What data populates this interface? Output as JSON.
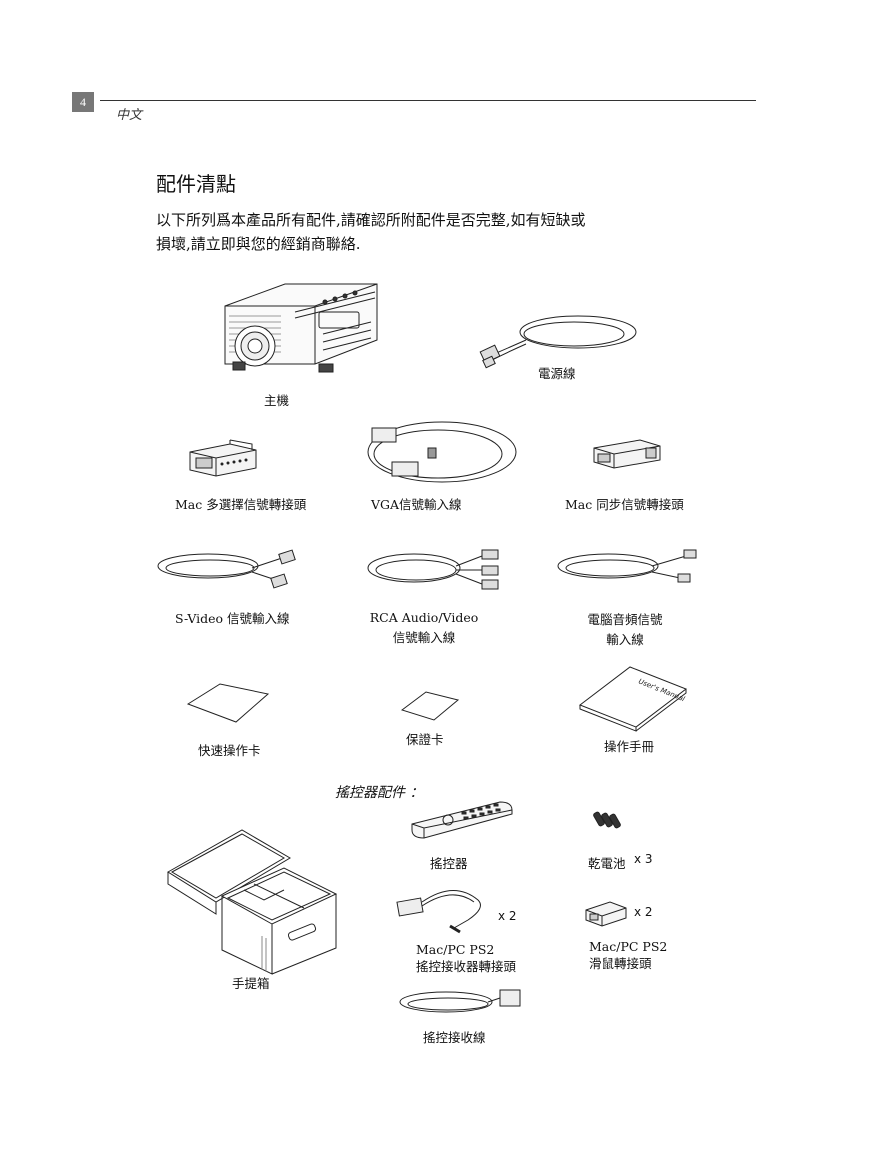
{
  "header": {
    "page_number": "4",
    "language": "中文"
  },
  "section": {
    "title": "配件清點",
    "intro_line1": "以下所列爲本產品所有配件,請確認所附配件是否完整,如有短缺或",
    "intro_line2": "損壞,請立即與您的經銷商聯絡."
  },
  "items": {
    "projector": "主機",
    "power_cord": "電源線",
    "mac_multi_adapter": "Mac 多選擇信號轉接頭",
    "vga_cable": "VGA信號輸入線",
    "mac_sync_adapter": "Mac 同步信號轉接頭",
    "svideo_cable": "S-Video 信號輸入線",
    "rca_cable_line1": "RCA Audio/Video",
    "rca_cable_line2": "信號輸入線",
    "pc_audio_line1": "電腦音頻信號",
    "pc_audio_line2": "輸入線",
    "quick_card": "快速操作卡",
    "warranty_card": "保證卡",
    "manual": "操作手冊",
    "manual_cover_text": "User's Manual"
  },
  "remote_section": {
    "heading": "搖控器配件 ：",
    "remote": "搖控器",
    "batteries": "乾電池",
    "batteries_qty": "x  3",
    "receiver_adapter_qty": "x 2",
    "receiver_adapter_line1": "Mac/PC PS2",
    "receiver_adapter_line2": "搖控接收器轉接頭",
    "mouse_adapter_qty": "x 2",
    "mouse_adapter_line1": "Mac/PC  PS2",
    "mouse_adapter_line2": "滑鼠轉接頭",
    "receiver_cable": "搖控接收線",
    "carry_case": "手提箱"
  }
}
